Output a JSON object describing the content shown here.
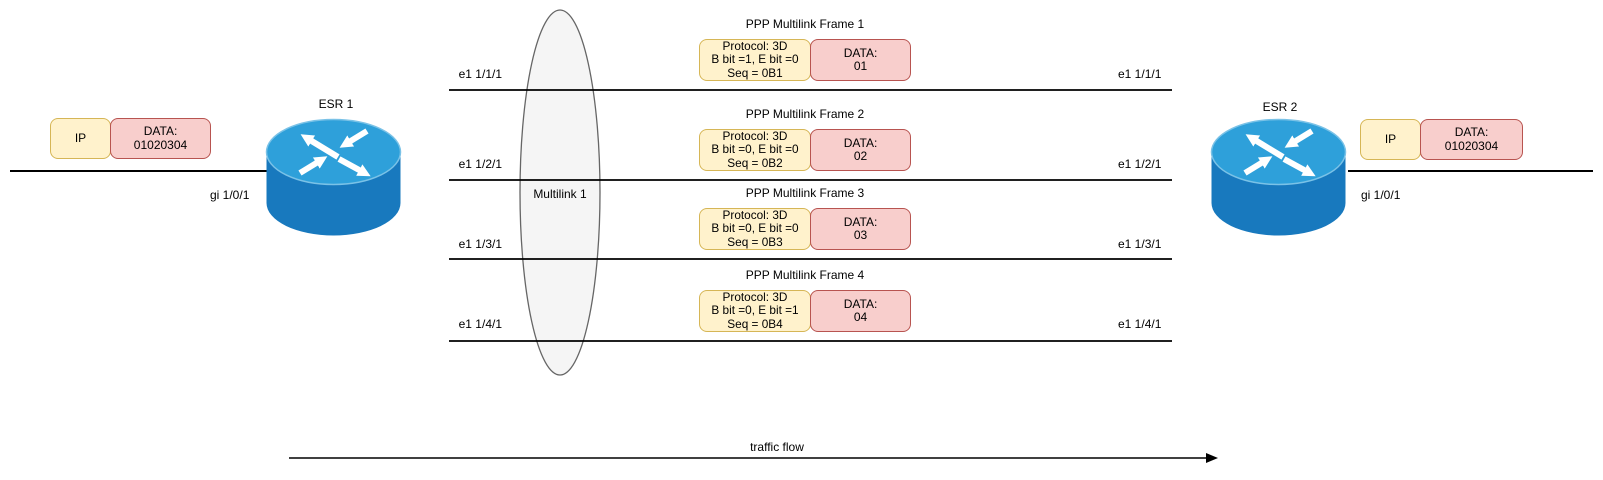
{
  "diagram": {
    "esr1": {
      "name": "ESR 1",
      "interface": "gi 1/0/1"
    },
    "esr2": {
      "name": "ESR 2",
      "interface": "gi 1/0/1"
    },
    "packet_left": {
      "header": "IP",
      "data_label": "DATA:",
      "data_value": "01020304"
    },
    "packet_right": {
      "header": "IP",
      "data_label": "DATA:",
      "data_value": "01020304"
    },
    "bundle": {
      "label": "Multilink 1"
    },
    "links": [
      {
        "left": "e1 1/1/1",
        "right": "e1 1/1/1"
      },
      {
        "left": "e1 1/2/1",
        "right": "e1 1/2/1"
      },
      {
        "left": "e1 1/3/1",
        "right": "e1 1/3/1"
      },
      {
        "left": "e1 1/4/1",
        "right": "e1 1/4/1"
      }
    ],
    "frames": [
      {
        "title": "PPP Multilink Frame 1",
        "protocol": "Protocol: 3D",
        "bits": "B bit =1, E bit =0",
        "seq": "Seq = 0B1",
        "data_label": "DATA:",
        "data_value": "01"
      },
      {
        "title": "PPP Multilink Frame 2",
        "protocol": "Protocol: 3D",
        "bits": "B bit =0, E bit =0",
        "seq": "Seq = 0B2",
        "data_label": "DATA:",
        "data_value": "02"
      },
      {
        "title": "PPP Multilink Frame 3",
        "protocol": "Protocol: 3D",
        "bits": "B bit =0, E bit =0",
        "seq": "Seq = 0B3",
        "data_label": "DATA:",
        "data_value": "03"
      },
      {
        "title": "PPP Multilink Frame 4",
        "protocol": "Protocol: 3D",
        "bits": "B bit =0, E bit =1",
        "seq": "Seq = 0B4",
        "data_label": "DATA:",
        "data_value": "04"
      }
    ],
    "traffic_flow_label": "traffic flow"
  },
  "colors": {
    "header_box_fill": "#FFF2CC",
    "header_box_stroke": "#D6B656",
    "data_box_fill": "#F8CECC",
    "data_box_stroke": "#B85450",
    "bundle_fill": "#F5F5F5",
    "bundle_stroke": "#666666",
    "router_top": "#2EA0DA",
    "router_body": "#1879BE",
    "router_rim": "#7AC2E7",
    "line": "#000000"
  }
}
